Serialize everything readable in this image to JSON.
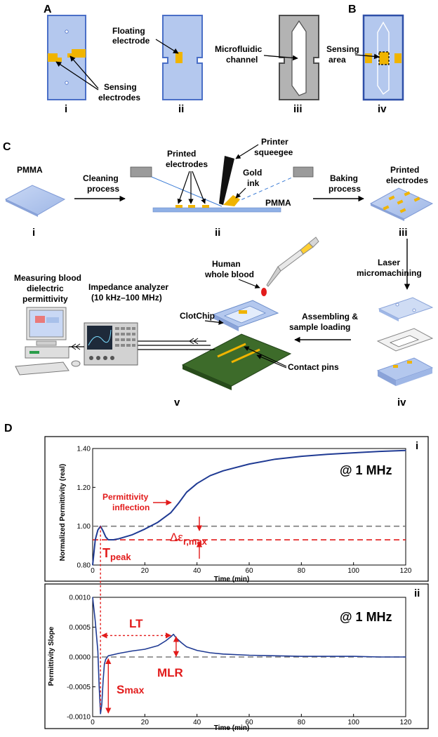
{
  "panels": {
    "A": "A",
    "B": "B",
    "C": "C",
    "D": "D"
  },
  "panel_a": {
    "i": "i",
    "ii": "ii",
    "iii": "iii",
    "iv_b": "iv",
    "sensing_electrodes": [
      "Sensing",
      "electrodes"
    ],
    "floating_electrode": [
      "Floating",
      "electrode"
    ],
    "microfluidic_channel": [
      "Microfluidic",
      "channel"
    ],
    "sensing_area": [
      "Sensing",
      "area"
    ]
  },
  "panel_c": {
    "pmma": "PMMA",
    "cleaning": [
      "Cleaning",
      "process"
    ],
    "printed_electrodes": [
      "Printed",
      "electrodes"
    ],
    "printer_squeegee": [
      "Printer",
      "squeegee"
    ],
    "gold_ink": [
      "Gold",
      "ink"
    ],
    "pmma_ii": "PMMA",
    "baking": [
      "Baking",
      "process"
    ],
    "printed_electrodes_iii": [
      "Printed",
      "electrodes"
    ],
    "laser": [
      "Laser",
      "micromachining"
    ],
    "assembling": [
      "Assembling &",
      "sample loading"
    ],
    "human_blood": [
      "Human",
      "whole blood"
    ],
    "clotchip": "ClotChip",
    "contact_pins": "Contact pins",
    "impedance": [
      "Impedance analyzer",
      "(10 kHz–100 MHz)"
    ],
    "measuring": [
      "Measuring blood",
      "dielectric",
      "permittivity"
    ],
    "roman": [
      "i",
      "ii",
      "iii",
      "iv",
      "v"
    ]
  },
  "colors": {
    "chip_blue": "#b4c8ee",
    "chip_border": "#4a6fc7",
    "gold": "#f0b400",
    "curve": "#1f3a93",
    "annotation_red": "#e21b1b",
    "dashed_gray": "#7a7a7a"
  },
  "chart_data": [
    {
      "type": "line",
      "panel": "i",
      "freq_label": "@ 1 MHz",
      "xlabel": "Time (min)",
      "ylabel": "Normalized Permittivity (real)",
      "xlim": [
        0,
        120
      ],
      "ylim": [
        0.8,
        1.4
      ],
      "xticks": [
        0,
        20,
        40,
        60,
        80,
        100,
        120
      ],
      "yticks": [
        "0.80",
        "1.00",
        "1.20",
        "1.40"
      ],
      "series": [
        {
          "x": [
            0,
            1,
            2,
            3,
            4,
            5,
            6,
            8,
            10,
            15,
            20,
            25,
            30,
            33,
            36,
            40,
            45,
            50,
            60,
            70,
            80,
            90,
            100,
            110,
            120
          ],
          "values": [
            0.8,
            0.93,
            0.98,
            1.0,
            0.975,
            0.945,
            0.93,
            0.93,
            0.935,
            0.955,
            0.985,
            1.02,
            1.07,
            1.12,
            1.175,
            1.22,
            1.26,
            1.285,
            1.32,
            1.345,
            1.36,
            1.37,
            1.378,
            1.385,
            1.39
          ]
        }
      ],
      "reference_lines": [
        1.0,
        0.93
      ],
      "annotations": {
        "inflection": [
          "Permittivity",
          "inflection"
        ],
        "delta": "Δε",
        "delta_sub": "r,max",
        "tpeak": "T",
        "tpeak_sub": "peak"
      }
    },
    {
      "type": "line",
      "panel": "ii",
      "freq_label": "@ 1 MHz",
      "xlabel": "Time (min)",
      "ylabel": "Permittivity Slope",
      "xlim": [
        0,
        120
      ],
      "ylim": [
        -0.001,
        0.001
      ],
      "xticks": [
        0,
        20,
        40,
        60,
        80,
        100,
        120
      ],
      "yticks": [
        "-0.0010",
        "-0.0005",
        "0.0000",
        "0.0005",
        "0.0010"
      ],
      "series": [
        {
          "x": [
            0,
            1,
            2,
            2.5,
            3,
            3.5,
            4,
            4.5,
            5,
            6,
            8,
            10,
            15,
            20,
            25,
            28,
            30,
            31,
            32,
            34,
            36,
            40,
            45,
            50,
            60,
            70,
            80,
            90,
            100,
            110,
            120
          ],
          "values": [
            0.001,
            0.0006,
            0.0001,
            -0.0005,
            -0.00095,
            -0.0008,
            -0.0004,
            -0.00012,
            -4e-05,
            2e-05,
            4e-05,
            6e-05,
            0.0001,
            0.00013,
            0.00019,
            0.00027,
            0.00034,
            0.00038,
            0.00032,
            0.00024,
            0.00017,
            0.00011,
            7e-05,
            5e-05,
            3e-05,
            2e-05,
            1e-05,
            1e-05,
            1e-05,
            0.0,
            0.0
          ]
        }
      ],
      "reference_lines": [
        0.0
      ],
      "annotations": {
        "lt": "LT",
        "mlr": "MLR",
        "smax": "S",
        "smax_sub": "max"
      }
    }
  ]
}
